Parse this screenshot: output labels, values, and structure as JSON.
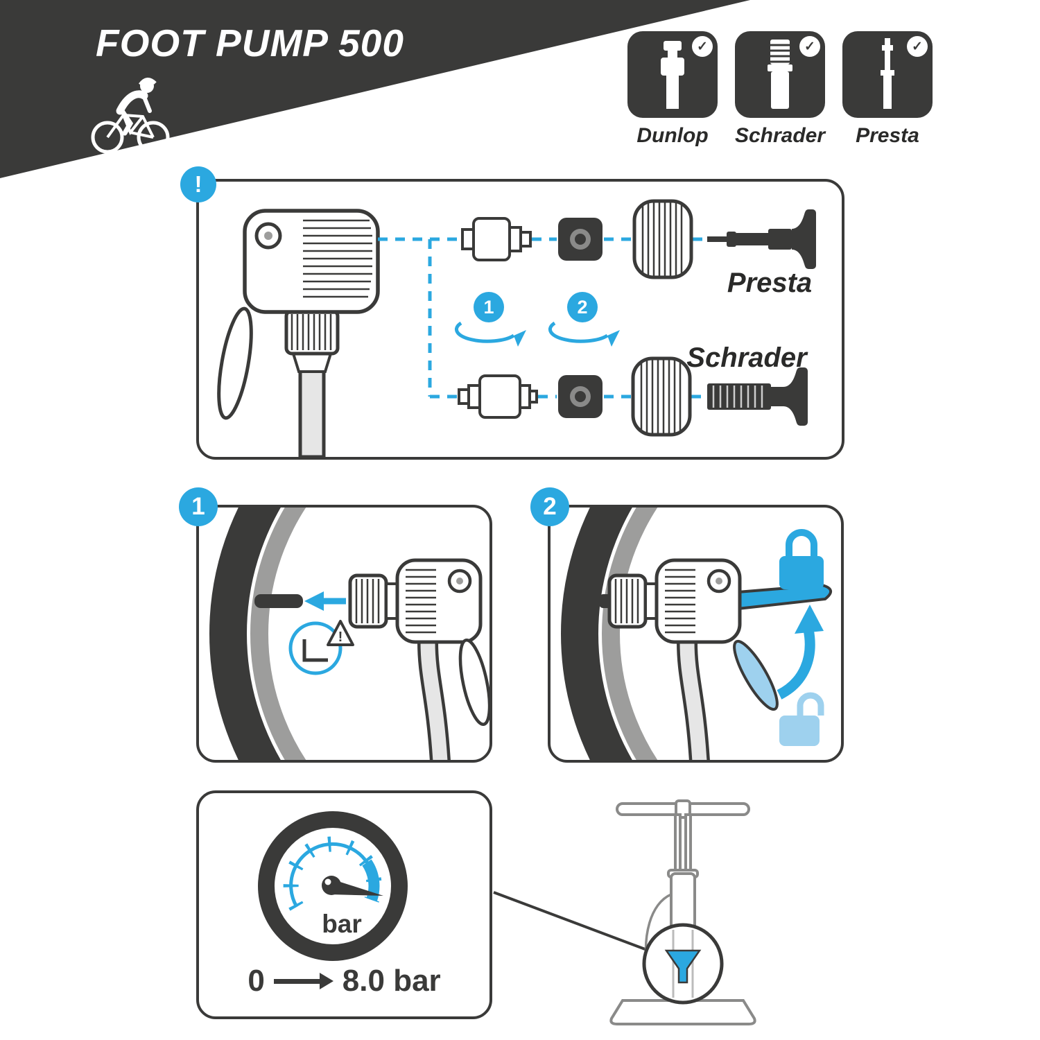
{
  "header": {
    "title": "FOOT PUMP 500"
  },
  "valves": {
    "check_mark": "✓",
    "items": [
      {
        "label": "Dunlop"
      },
      {
        "label": "Schrader"
      },
      {
        "label": "Presta"
      }
    ]
  },
  "adapter_panel": {
    "alert_mark": "!",
    "presta_label": "Presta",
    "schrader_label": "Schrader"
  },
  "steps": {
    "one": "1",
    "two": "2",
    "warning_mark": "!"
  },
  "gauge": {
    "unit": "bar",
    "range_from": "0",
    "range_to": "8.0 bar"
  },
  "colors": {
    "dark": "#3a3a39",
    "accent_blue": "#2ba8e0",
    "light_blue": "#9ed1ee",
    "grey": "#9d9d9c"
  }
}
